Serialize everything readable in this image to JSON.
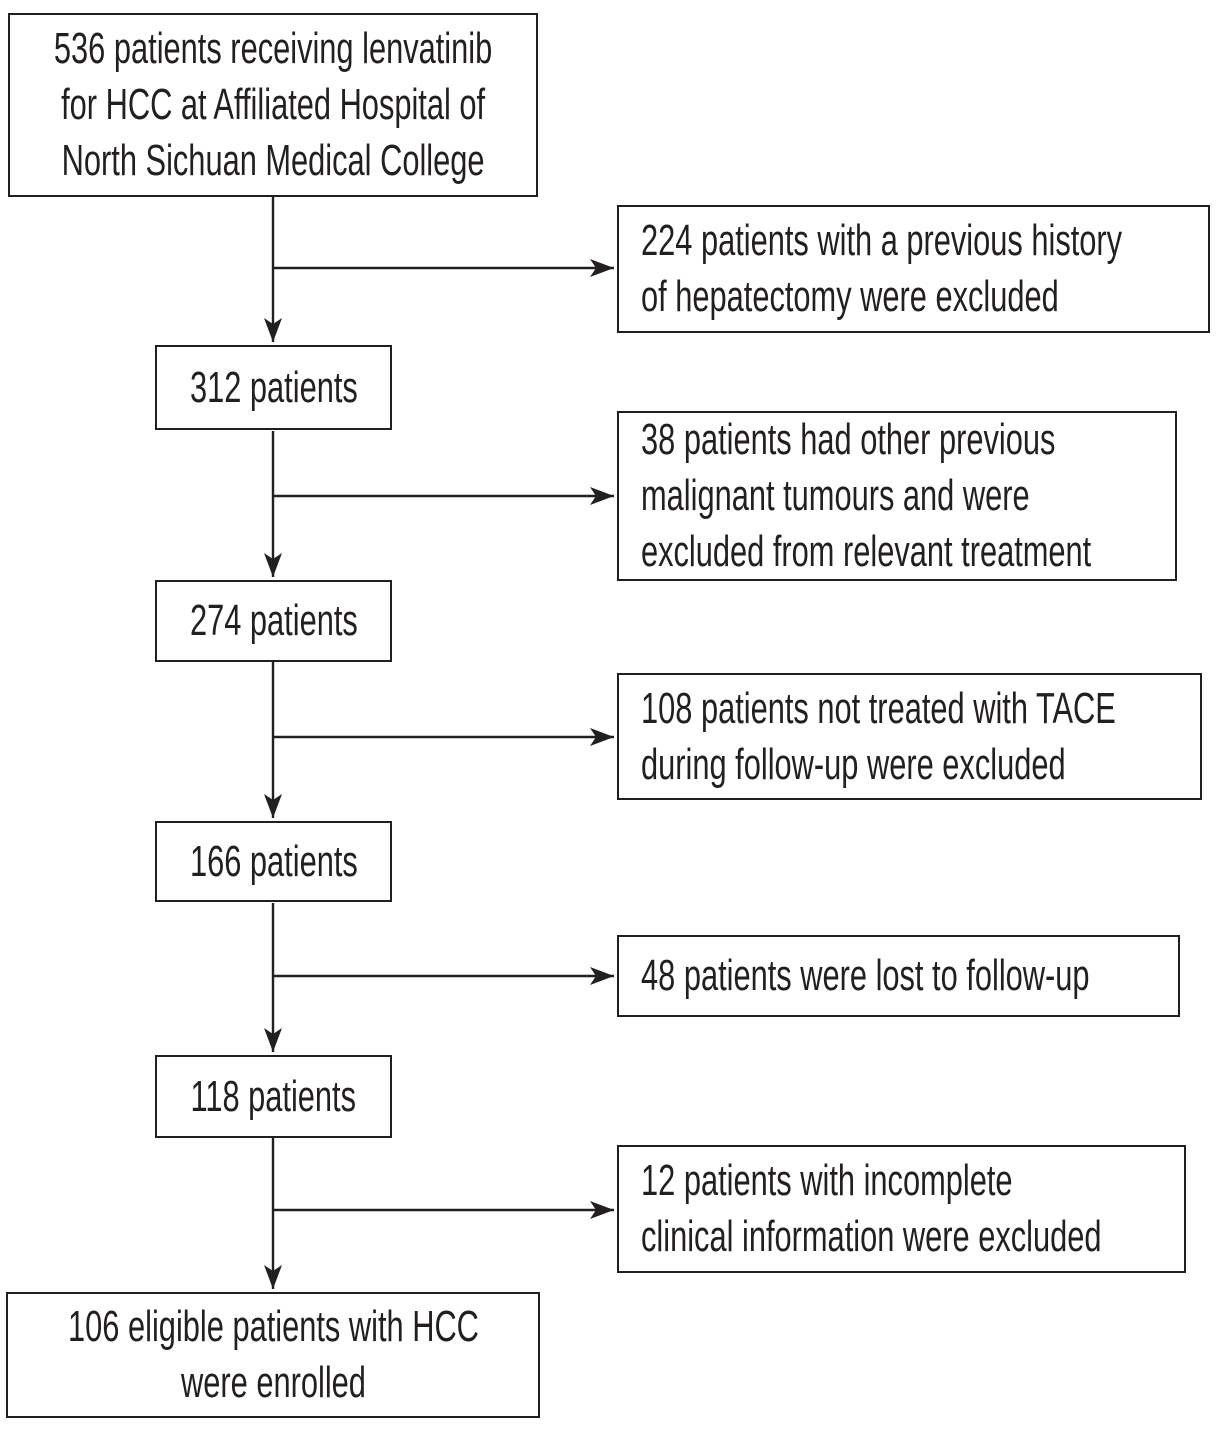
{
  "colors": {
    "line": "#231F20",
    "box_border": "#231F20",
    "text": "#231F20",
    "background": "#FFFFFF"
  },
  "flowchart": {
    "main_path": [
      {
        "id": "start",
        "lines": [
          "536 patients receiving lenvatinib",
          "for HCC at Affiliated Hospital of",
          "North Sichuan Medical College"
        ]
      },
      {
        "id": "step-312",
        "lines": [
          "312 patients"
        ]
      },
      {
        "id": "step-274",
        "lines": [
          "274 patients"
        ]
      },
      {
        "id": "step-166",
        "lines": [
          "166 patients"
        ]
      },
      {
        "id": "step-118",
        "lines": [
          "118 patients"
        ]
      },
      {
        "id": "enrolled",
        "lines": [
          "106 eligible patients with HCC",
          "were enrolled"
        ]
      }
    ],
    "exclusions": [
      {
        "id": "excl-hepatectomy",
        "lines": [
          "224 patients with a previous history",
          "of hepatectomy were excluded"
        ]
      },
      {
        "id": "excl-other-malignancy",
        "lines": [
          "38 patients had other previous",
          "malignant tumours and were",
          "excluded from relevant treatment"
        ]
      },
      {
        "id": "excl-no-tace",
        "lines": [
          "108 patients not treated with TACE",
          "during follow-up were excluded"
        ]
      },
      {
        "id": "excl-lost-followup",
        "lines": [
          "48 patients were lost to follow-up"
        ]
      },
      {
        "id": "excl-incomplete-info",
        "lines": [
          "12 patients with incomplete",
          "clinical information were excluded"
        ]
      }
    ]
  }
}
